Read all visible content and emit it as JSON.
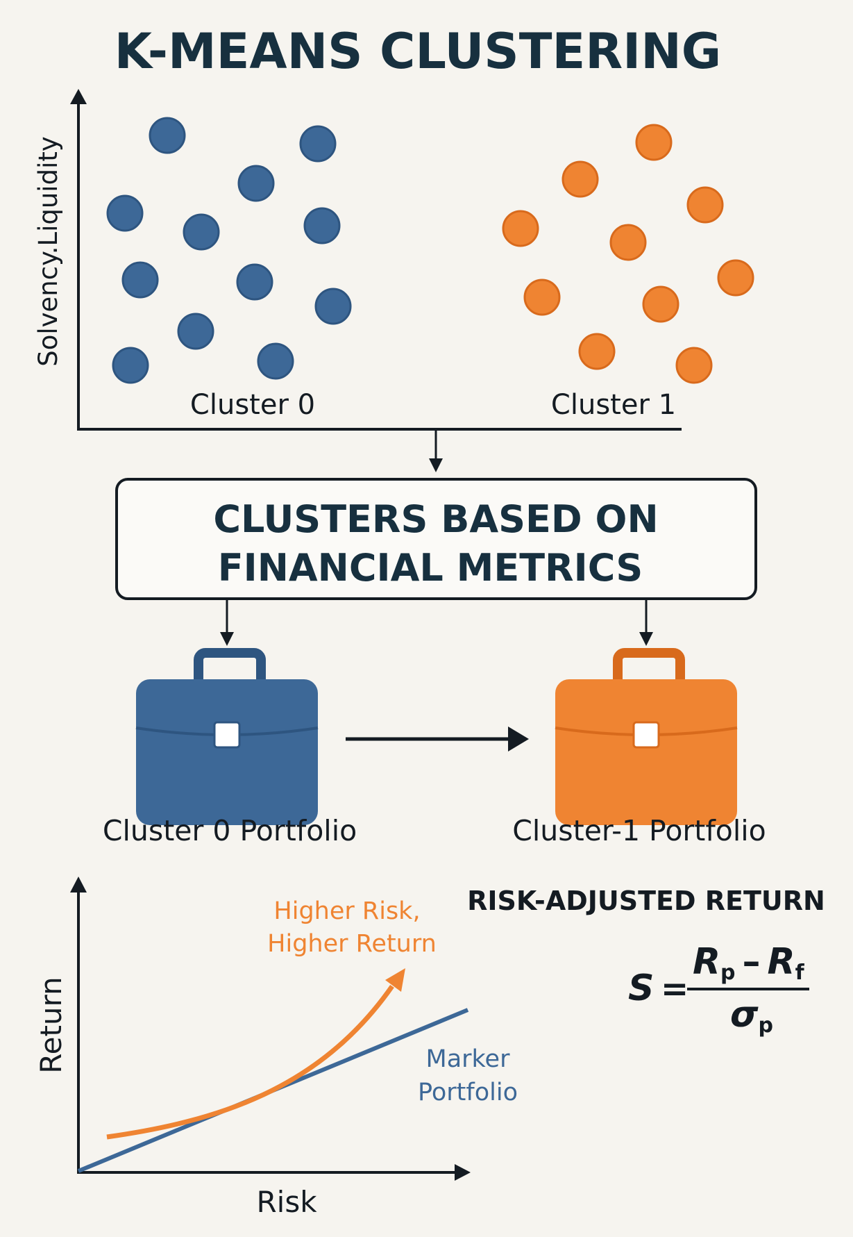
{
  "title": "K-MEANS CLUSTERING",
  "colors": {
    "ink": "#141b22",
    "blue": "#3d6897",
    "blue_stroke": "#2e5580",
    "orange": "#ef8432",
    "orange_stroke": "#d86a1c",
    "background": "#f6f4ef"
  },
  "scatter": {
    "y_axis_label": "Solvency.Liquidity",
    "cluster0_label": "Cluster 0",
    "cluster1_label": "Cluster 1"
  },
  "process_box": {
    "line1": "CLUSTERS BASED ON",
    "line2": "FINANCIAL METRICS"
  },
  "portfolios": {
    "left_label": "Cluster 0 Portfolio",
    "right_label": "Cluster-1 Portfolio",
    "icon": "briefcase-icon"
  },
  "risk_chart": {
    "y_axis_label": "Return",
    "x_axis_label": "Risk",
    "orange_line_label_1": "Higher Risk,",
    "orange_line_label_2": "Higher Return",
    "blue_line_label_1": "Marker",
    "blue_line_label_2": "Portfolio"
  },
  "formula": {
    "heading": "RISK-ADJUSTED RETURN",
    "lhs": "S",
    "equals": "=",
    "num_a": "R",
    "num_a_sub": "p",
    "minus": "–",
    "num_b": "R",
    "num_b_sub": "f",
    "den": "σ",
    "den_sub": "p"
  }
}
